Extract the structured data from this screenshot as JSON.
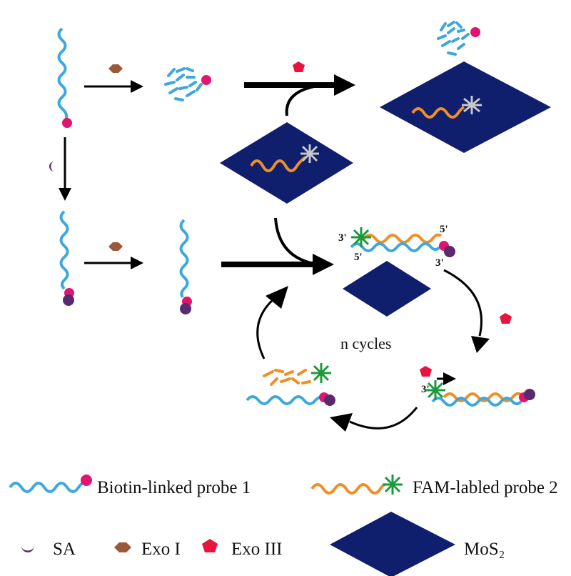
{
  "colors": {
    "probe1": "#3ea8dc",
    "probe2": "#ef8f26",
    "biotin": "#e01570",
    "sa": "#5a2a70",
    "exo1": "#9a5a3a",
    "exo3": "#e8143e",
    "fam": "#1a9a3a",
    "fam_quenched": "#c8c8c8",
    "mos2": "#101e6e",
    "arrow": "#000000"
  },
  "icons": {
    "biotin": "pink-dot-icon",
    "sa": "purple-crescent-icon",
    "exo1": "brown-hexagon-icon",
    "exo3": "red-pentagon-icon",
    "fam": "green-star-icon",
    "mos2": "navy-diamond-icon"
  },
  "cycle": {
    "label": "n cycles"
  },
  "duplex_top": {
    "left_top": "3'",
    "left_bottom": "5'",
    "right_top": "5'",
    "right_bottom": "3'"
  },
  "duplex_right": {
    "label": "3'"
  },
  "legend": {
    "probe1": "Biotin-linked probe 1",
    "probe2": "FAM-labled probe 2",
    "sa": "SA",
    "exo1": "Exo I",
    "exo3": "Exo III",
    "mos2": "MoS₂"
  }
}
